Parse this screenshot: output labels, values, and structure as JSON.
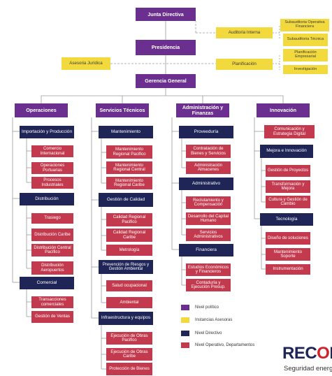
{
  "org_chart": {
    "junta": "Junta Directiva",
    "presidencia": "Presidencia",
    "gerencia": "Gerencia General",
    "auditoria": {
      "label": "Auditoria Interna",
      "subs": [
        "Subauditoria Operativa Financiera",
        "Subauditoria Técnica"
      ]
    },
    "planificacion": {
      "label": "Planificación",
      "subs": [
        "Planificación Empresarial",
        "Investigación"
      ]
    },
    "asesoria": "Asesoria Jurídica",
    "areas": [
      {
        "title": "Operaciones",
        "groups": [
          {
            "name": "Importación y Producción",
            "items": [
              "Comercio Internacional",
              "Operaciones Portuarias",
              "Procesos Industriales"
            ]
          },
          {
            "name": "Distribución",
            "items": [
              "Trasiego",
              "Distribución Caribe",
              "Distribución Central Pacífico",
              "Distribución Aeropuertos"
            ]
          },
          {
            "name": "Comercial",
            "items": [
              "Transacciones comerciales",
              "Gestión de Ventas"
            ]
          }
        ]
      },
      {
        "title": "Servicios Técnicos",
        "groups": [
          {
            "name": "Mantenimiento",
            "items": [
              "Mantenimiento Regional Pacifico",
              "Mantenimiento Regional Central",
              "Mantenimiento Regional Caribe"
            ]
          },
          {
            "name": "Gestión de Calidad",
            "items": [
              "Calidad Regional Pacifico",
              "Calidad Regional Caribe",
              "Metrología"
            ]
          },
          {
            "name": "Prevención de Riesgos y Gestión Ambiental",
            "items": [
              "Salud ocupacional",
              "Ambiental"
            ]
          },
          {
            "name": "Infraestructura y equipos",
            "items": [
              "Ejecución de Obras Pacifico",
              "Ejecución de Obras Caribe",
              "Protección de Bienes"
            ]
          }
        ]
      },
      {
        "title": "Administración y Finanzas",
        "groups": [
          {
            "name": "Proveeduría",
            "items": [
              "Contratación de Bienes y Servicios",
              "Administración Almacenes"
            ]
          },
          {
            "name": "Administrativo",
            "items": [
              "Reclutamiento y Compensación",
              "Desarrollo del Capital Humano",
              "Servicios Administrativos"
            ]
          },
          {
            "name": "Financiera",
            "items": [
              "Estudios Económicos y Financieros",
              "Contaduría y Ejecución Presup."
            ]
          }
        ]
      },
      {
        "title": "Innovación",
        "top_item": "Comunicación y Estrategia Digital",
        "groups": [
          {
            "name": "Mejora e Innovación",
            "items": [
              "Gestión de Proyectos",
              "Transformación y Mejora",
              "Cultura y Gestión de Cambio"
            ]
          },
          {
            "name": "Tecnología",
            "items": [
              "Diseño de soluciones",
              "Mantenimiento Soporte",
              "Instrumentación"
            ]
          }
        ]
      }
    ]
  },
  "legend": [
    {
      "label": "Nivel político",
      "color": "#6a2f8f"
    },
    {
      "label": "Instancias Asesoras",
      "color": "#f2da3e"
    },
    {
      "label": "Nivel Directivo",
      "color": "#1f2557"
    },
    {
      "label": "Nivel Operativo, Departamentos",
      "color": "#c33a4e"
    }
  ],
  "logo": {
    "brand_pre": "REC",
    "brand_o": "O",
    "brand_post": "PE",
    "tagline": "Seguridad energética"
  }
}
